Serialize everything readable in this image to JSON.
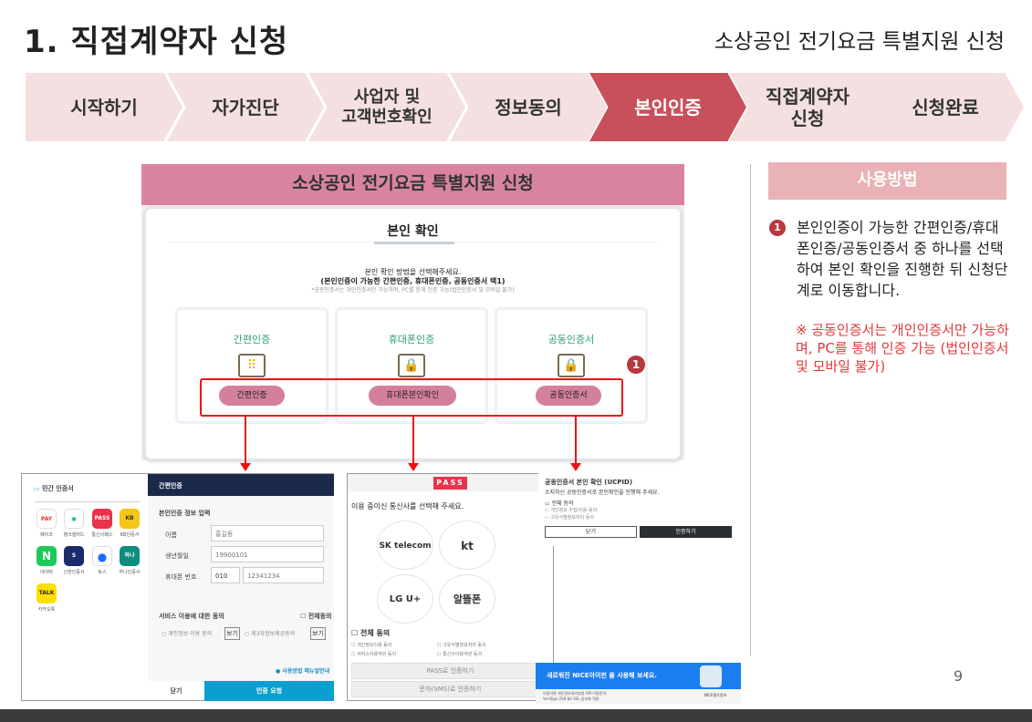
{
  "header": {
    "title": "1. 직접계약자 신청",
    "subtitle": "소상공인 전기요금 특별지원 신청"
  },
  "steps": [
    "시작하기",
    "자가진단",
    "사업자 및\n고객번호확인",
    "정보동의",
    "본인인증",
    "직접계약자\n신청",
    "신청완료"
  ],
  "active_step": "본인인증",
  "main_screen": {
    "header": "소상공인 전기요금 특별지원 신청",
    "card_title": "본인 확인",
    "instruction1": "본인 확인 방법을 선택해주세요.",
    "instruction2": "(본인인증이 가능한 간편인증, 휴대폰인증, 공동인증서 택1)",
    "instruction3": "*공동인증서는 개인인증서만 가능하며, PC를 통해 인증 가능(법인인증서 및 모바일 불가)",
    "methods": [
      {
        "title": "간편인증",
        "button": "간편인증",
        "icon": "keypad-icon"
      },
      {
        "title": "휴대폰인증",
        "button": "휴대폰본인확인",
        "icon": "laptop-lock-icon"
      },
      {
        "title": "공동인증서",
        "button": "공동인증서",
        "icon": "certificate-lock-icon"
      }
    ],
    "badge": "1"
  },
  "howto": {
    "title": "사용방법",
    "badge": "1",
    "text": "본인인증이 가능한 간편인증/휴대폰인증/공동인증서 중 하나를 선택하여 본인 확인을 진행한 뒤 신청단계로 이동합니다.",
    "note": "※ 공동인증서는 개인인증서만 가능하며, PC를 통해 인증 가능 (법인인증서 및 모바일 불가)"
  },
  "simple_auth": {
    "left_title": "민간 인증서",
    "apps": [
      "페이코",
      "뱅크샐러드",
      "통신사패스",
      "KB인증서",
      "네이버",
      "신한인증서",
      "토스",
      "하나인증서",
      "카카오톡"
    ],
    "right_title": "간편인증",
    "section": "본인인증 정보 입력",
    "name_label": "이름",
    "name_value": "홍길동",
    "birth_label": "생년월일",
    "birth_value": "19900101",
    "phone_label": "휴대폰 번호",
    "phone_prefix": "010",
    "phone_value": "12341234",
    "consent_title": "서비스 이용에 대한 동의",
    "consent_all": "전체동의",
    "consent1": "개인정보 이용 동의",
    "consent2": "제3자정보제공동의",
    "view": "보기",
    "manual": "사용방법 매뉴얼안내",
    "close": "닫기",
    "request": "인증 요청"
  },
  "pass": {
    "logo": "PASS",
    "prompt": "이용 중이신 통신사를 선택해 주세요.",
    "carriers": [
      "SK telecom",
      "kt",
      "LG U+",
      "알뜰폰"
    ],
    "all_agree": "전체 동의",
    "agrees": [
      "개인정보이용 동의",
      "고유식별정보처리 동의",
      "서비스이용약관 동의",
      "통신사이용약관 동의"
    ],
    "btn_pass": "PASS로 인증하기",
    "btn_sms": "문자(SMS)로 인증하기"
  },
  "ucpid": {
    "title": "공동인증서 본인 확인 (UCPID)",
    "desc": "소지하신 공동인증서로 본인확인을 진행해 주세요.",
    "all": "전체 동의",
    "items": [
      "개인정보 수집/이용 동의",
      "고유식별정보처리 동의"
    ],
    "close": "닫기",
    "confirm": "인증하기"
  },
  "nice": {
    "banner": "새로워진 NICE아이핀 을 사용해 보세요.",
    "footer1": "이용약관  개인정보처리방침  API 이용문의",
    "footer2": "VeriSign 256-bit SSL 암호화 적용",
    "brand": "NICE평가정보"
  },
  "page_number": "9"
}
